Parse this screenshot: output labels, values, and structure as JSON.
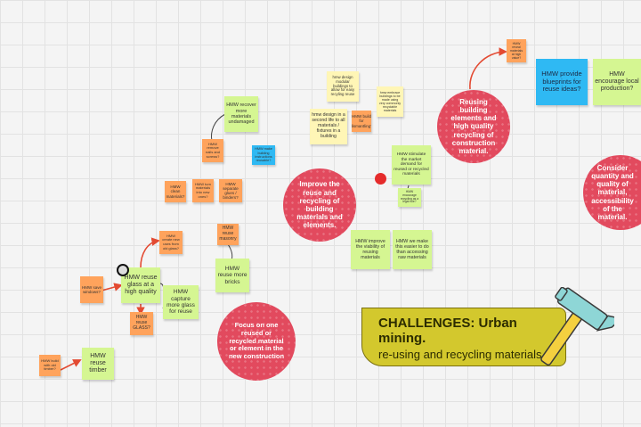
{
  "board": {
    "sticky_notes": [
      {
        "id": "salt-windows",
        "text": "HMW save windows?",
        "color": "orange"
      },
      {
        "id": "reuse-glass",
        "text": "HMW reuse glass at a high quality",
        "color": "green"
      },
      {
        "id": "create-new",
        "text": "HMW create new uses from old glass?",
        "color": "orange"
      },
      {
        "id": "reuse-glass-q",
        "text": "HMW reuse GLASS?",
        "color": "orange"
      },
      {
        "id": "capture-glass",
        "text": "HMW capture more glass for reuse",
        "color": "green"
      },
      {
        "id": "reuse-masonry",
        "text": "HMW reuse masonry",
        "color": "orange"
      },
      {
        "id": "reuse-bricks",
        "text": "HMW reuse more bricks",
        "color": "green"
      },
      {
        "id": "clean-materials",
        "text": "HMW clean materials?",
        "color": "orange"
      },
      {
        "id": "turn-materials",
        "text": "HMW turn materials into new ones?",
        "color": "orange"
      },
      {
        "id": "separate-glues",
        "text": "HMW separate glues / binders?",
        "color": "orange"
      },
      {
        "id": "remove-nails",
        "text": "HMW remove nails and screws?",
        "color": "orange"
      },
      {
        "id": "recover-undamaged",
        "text": "HMW recover more materials undamaged",
        "color": "green"
      },
      {
        "id": "build-instructions",
        "text": "HMW make building instructions reusable?",
        "color": "blue"
      },
      {
        "id": "build-with-old-timber",
        "text": "HMW build with old timber?",
        "color": "orange"
      },
      {
        "id": "reuse-timber",
        "text": "HMW reuse timber",
        "color": "green"
      },
      {
        "id": "design-modular",
        "text": "hmw design modular buildings to allow for easy recyling reuse",
        "color": "yellow"
      },
      {
        "id": "embrace-buildings",
        "text": "hmw embrace buildings to be made using very commonly recyclable materials",
        "color": "yellow"
      },
      {
        "id": "second-life",
        "text": "hmw design in a second life to all materials / fixtures in a building",
        "color": "yellow"
      },
      {
        "id": "build-dismantling",
        "text": "HMW build for dismantling?",
        "color": "orange"
      },
      {
        "id": "stimulate-market",
        "text": "HMW stimulate the market demand for reused or recycled materials",
        "color": "green"
      },
      {
        "id": "encourage-recycling",
        "text": "HMW encourage recycling as a legal rule?",
        "color": "green"
      },
      {
        "id": "improve-viability",
        "text": "HMW improve the viability of reusing materials",
        "color": "green"
      },
      {
        "id": "make-easier",
        "text": "HMW we make this easier to do than accessing raw materials",
        "color": "green"
      },
      {
        "id": "reveal-materials",
        "text": "HMW reveal materials at high value?",
        "color": "orange"
      },
      {
        "id": "provide-blueprints",
        "text": "HMW provide blueprints for reuse ideas?",
        "color": "blue"
      },
      {
        "id": "encourage-local",
        "text": "HMW encourage local production?",
        "color": "green"
      }
    ],
    "circles": [
      {
        "id": "improve-reuse",
        "text": "Improve the reuse and recycling of building materials and elements."
      },
      {
        "id": "reusing-elements",
        "text": "Reusing building elements and high quality recycling of construction material."
      },
      {
        "id": "consider-quantity",
        "text": "Consider quantity and quality of material, accessibility of the material."
      },
      {
        "id": "focus-one",
        "text": "Focus on one reused or recycled material or element in the new construction"
      }
    ],
    "banner": {
      "title": "CHALLENGES: Urban mining.",
      "subtitle": "re-using and recycling materials."
    },
    "colors": {
      "sticky_green": "#d5f692",
      "sticky_orange": "#ffa35c",
      "sticky_yellow": "#fff6b6",
      "sticky_blue": "#2fb9f3",
      "circle_red": "#e24a5e",
      "banner_yellow": "#d3c82d",
      "connector_red": "#e34a32",
      "hammer_teal": "#8ed6d6",
      "hammer_handle": "#f4d03f"
    },
    "icons": [
      "hammer-icon",
      "cursor-ring-icon",
      "red-dot-marker"
    ]
  }
}
